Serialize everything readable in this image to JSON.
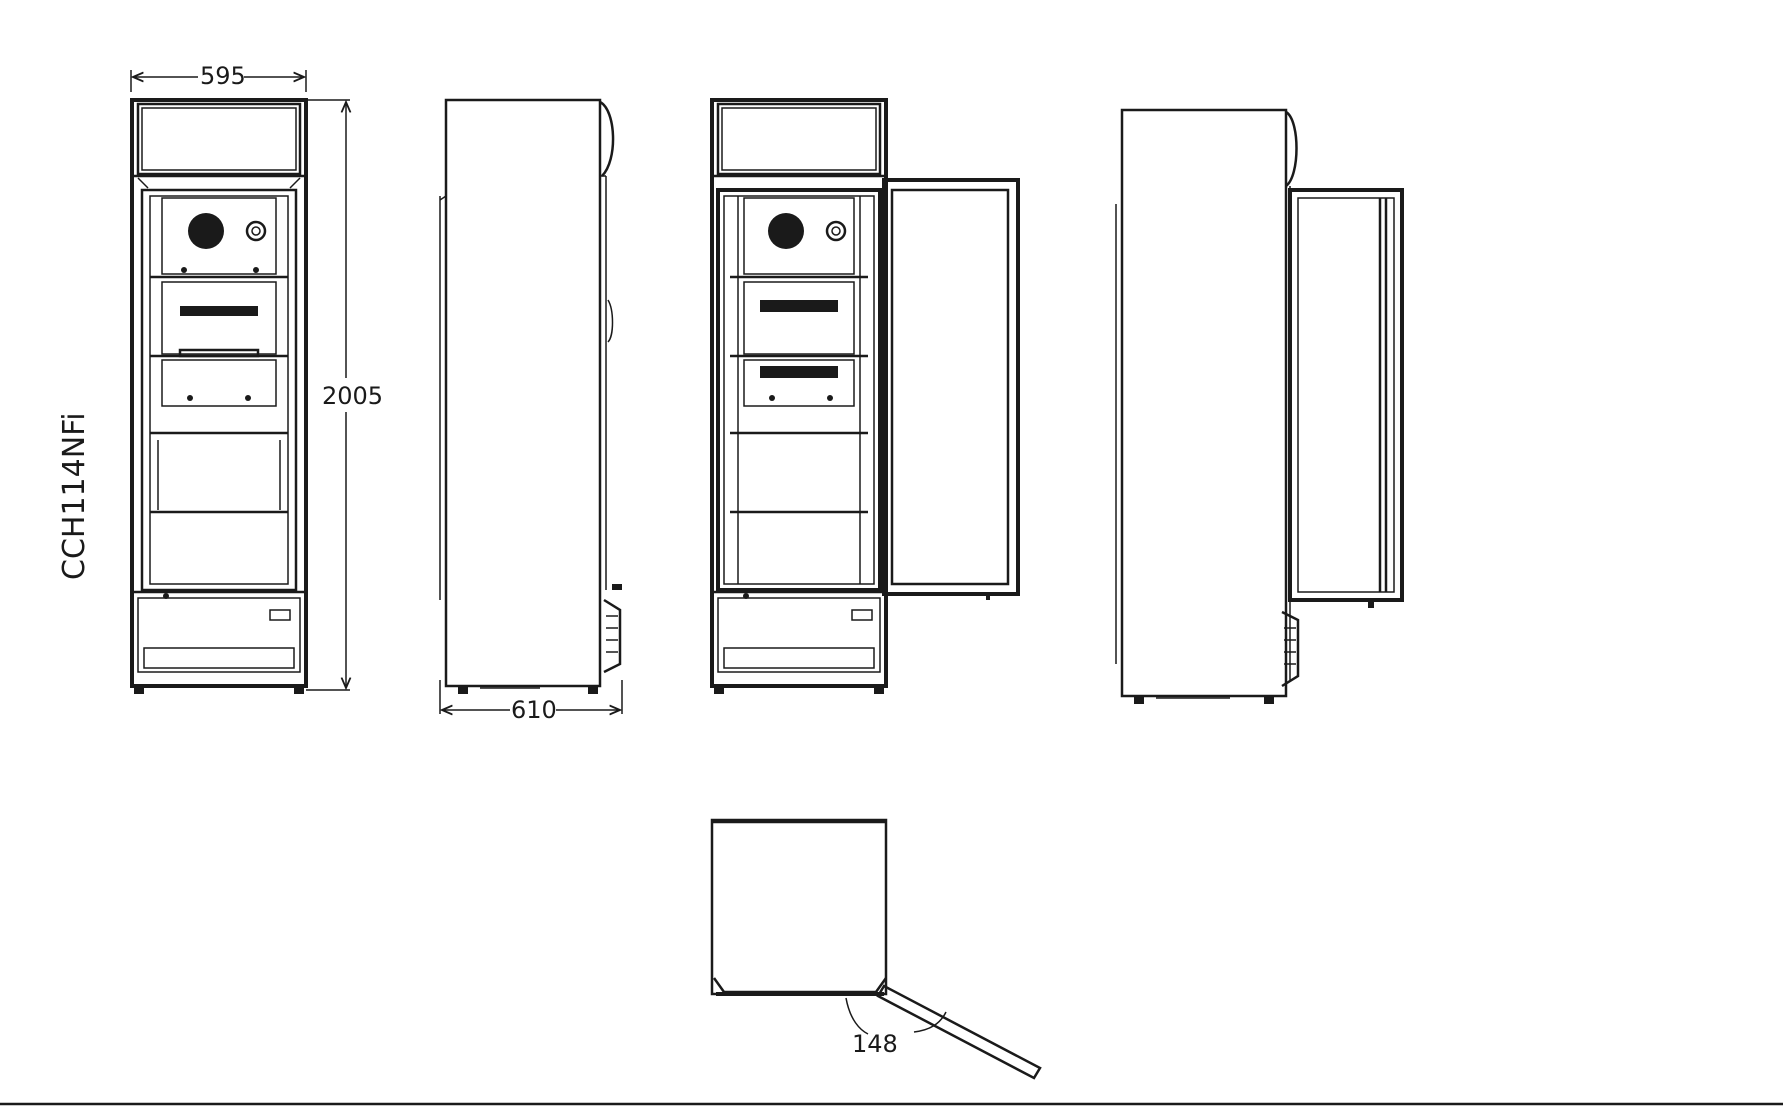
{
  "model_label": "CCH114NFi",
  "dimensions": {
    "width": "595",
    "height": "2005",
    "depth": "610",
    "door_angle": "148"
  },
  "views": [
    "front-view",
    "side-view",
    "front-view-door-open",
    "side-view-door-open",
    "top-view-door-swing"
  ]
}
